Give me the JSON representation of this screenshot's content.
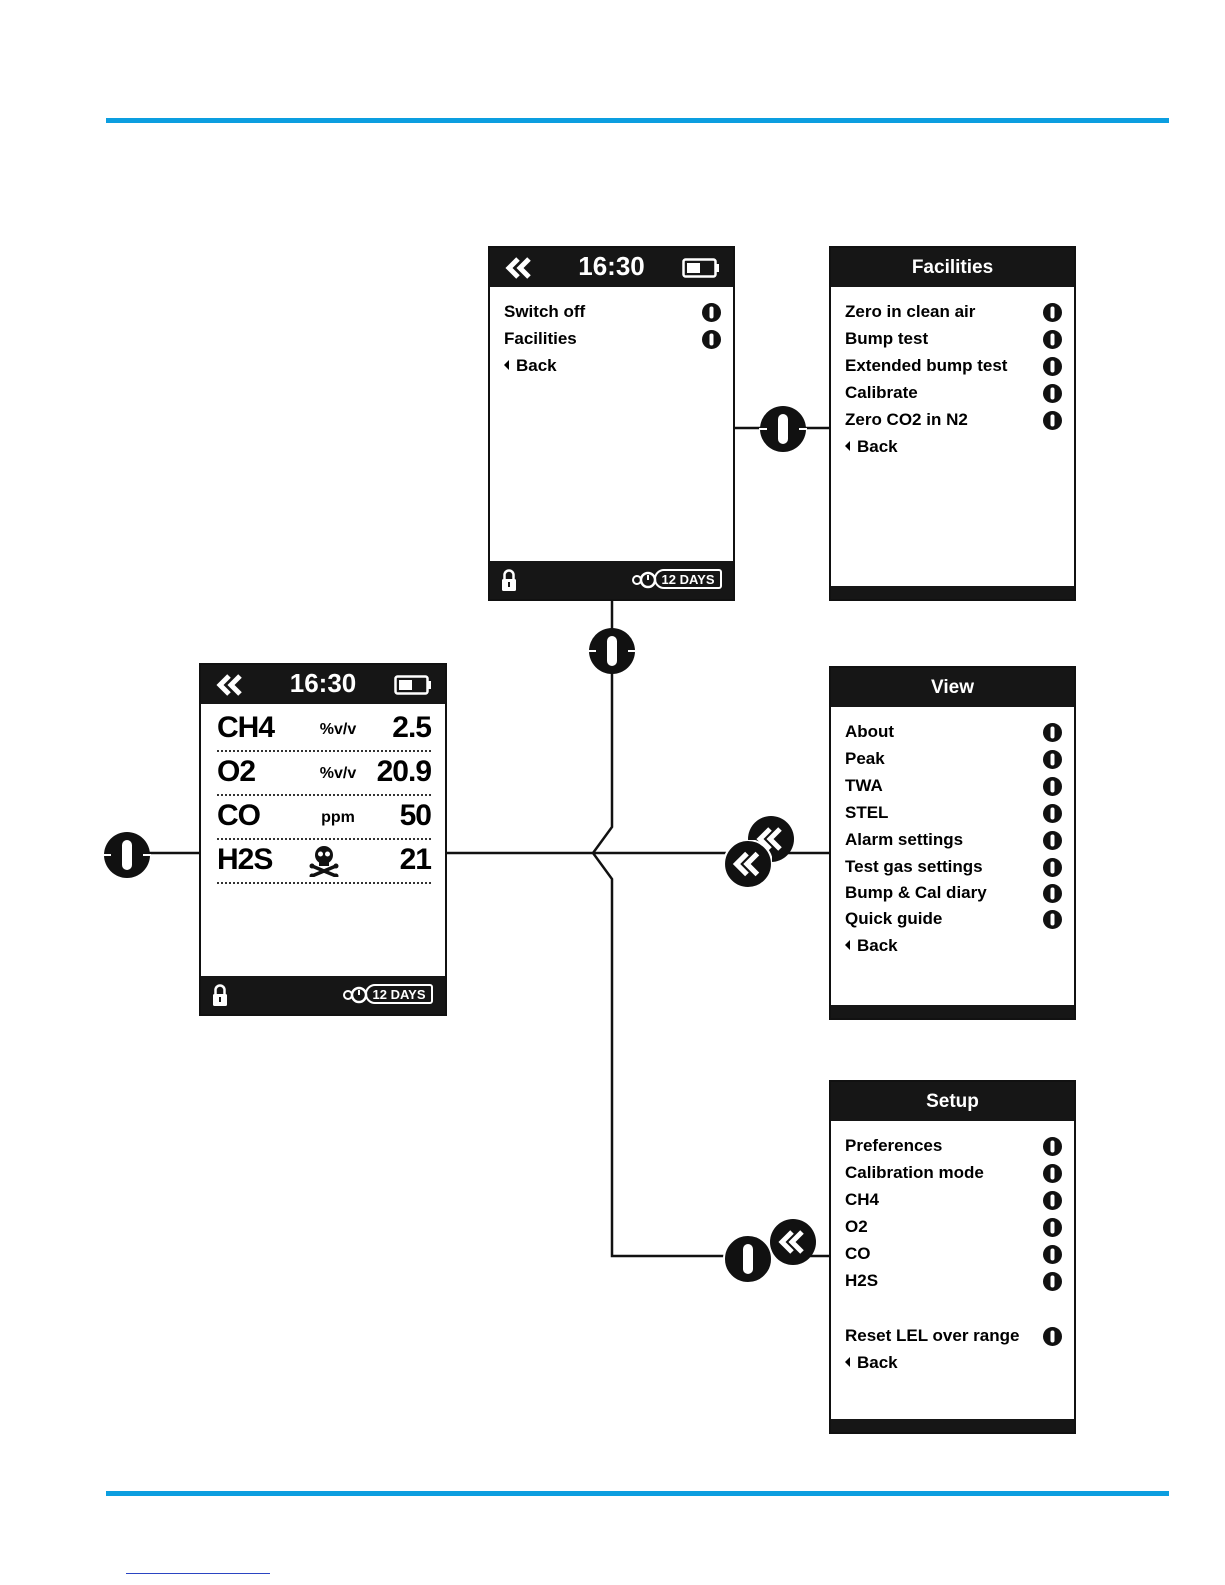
{
  "colors": {
    "accent_rule": "#0c9ee0",
    "screen_dark": "#161616"
  },
  "main_screen": {
    "time": "16:30",
    "readings": [
      {
        "gas": "CH4",
        "unit": "%v/v",
        "value": "2.5"
      },
      {
        "gas": "O2",
        "unit": "%v/v",
        "value": "20.9"
      },
      {
        "gas": "CO",
        "unit": "ppm",
        "value": "50"
      },
      {
        "gas": "H2S",
        "unit_icon": "skull-crossbones-icon",
        "value": "21"
      }
    ],
    "footer_days": "12 DAYS"
  },
  "power_menu": {
    "time": "16:30",
    "items": [
      {
        "label": "Switch off"
      },
      {
        "label": "Facilities"
      }
    ],
    "back_label": "Back",
    "footer_days": "12 DAYS"
  },
  "facilities_menu": {
    "title": "Facilities",
    "items": [
      {
        "label": "Zero in clean air"
      },
      {
        "label": "Bump test"
      },
      {
        "label": "Extended bump test"
      },
      {
        "label": "Calibrate"
      },
      {
        "label": "Zero CO2 in N2"
      }
    ],
    "back_label": "Back"
  },
  "view_menu": {
    "title": "View",
    "items": [
      {
        "label": "About"
      },
      {
        "label": "Peak"
      },
      {
        "label": "TWA"
      },
      {
        "label": "STEL"
      },
      {
        "label": "Alarm settings"
      },
      {
        "label": "Test gas settings"
      },
      {
        "label": "Bump & Cal diary"
      },
      {
        "label": "Quick guide"
      }
    ],
    "back_label": "Back"
  },
  "setup_menu": {
    "title": "Setup",
    "items": [
      {
        "label": "Preferences"
      },
      {
        "label": "Calibration mode"
      },
      {
        "label": "CH4"
      },
      {
        "label": "O2"
      },
      {
        "label": "CO"
      },
      {
        "label": "H2S"
      }
    ],
    "extra_item": {
      "label": "Reset LEL over range"
    },
    "back_label": "Back"
  },
  "icons": {
    "ok_button": "ok-button-icon",
    "mode_button": "double-chevron-icon",
    "battery": "battery-icon",
    "lock": "padlock-icon",
    "calibration_due": "calibration-due-icon"
  }
}
